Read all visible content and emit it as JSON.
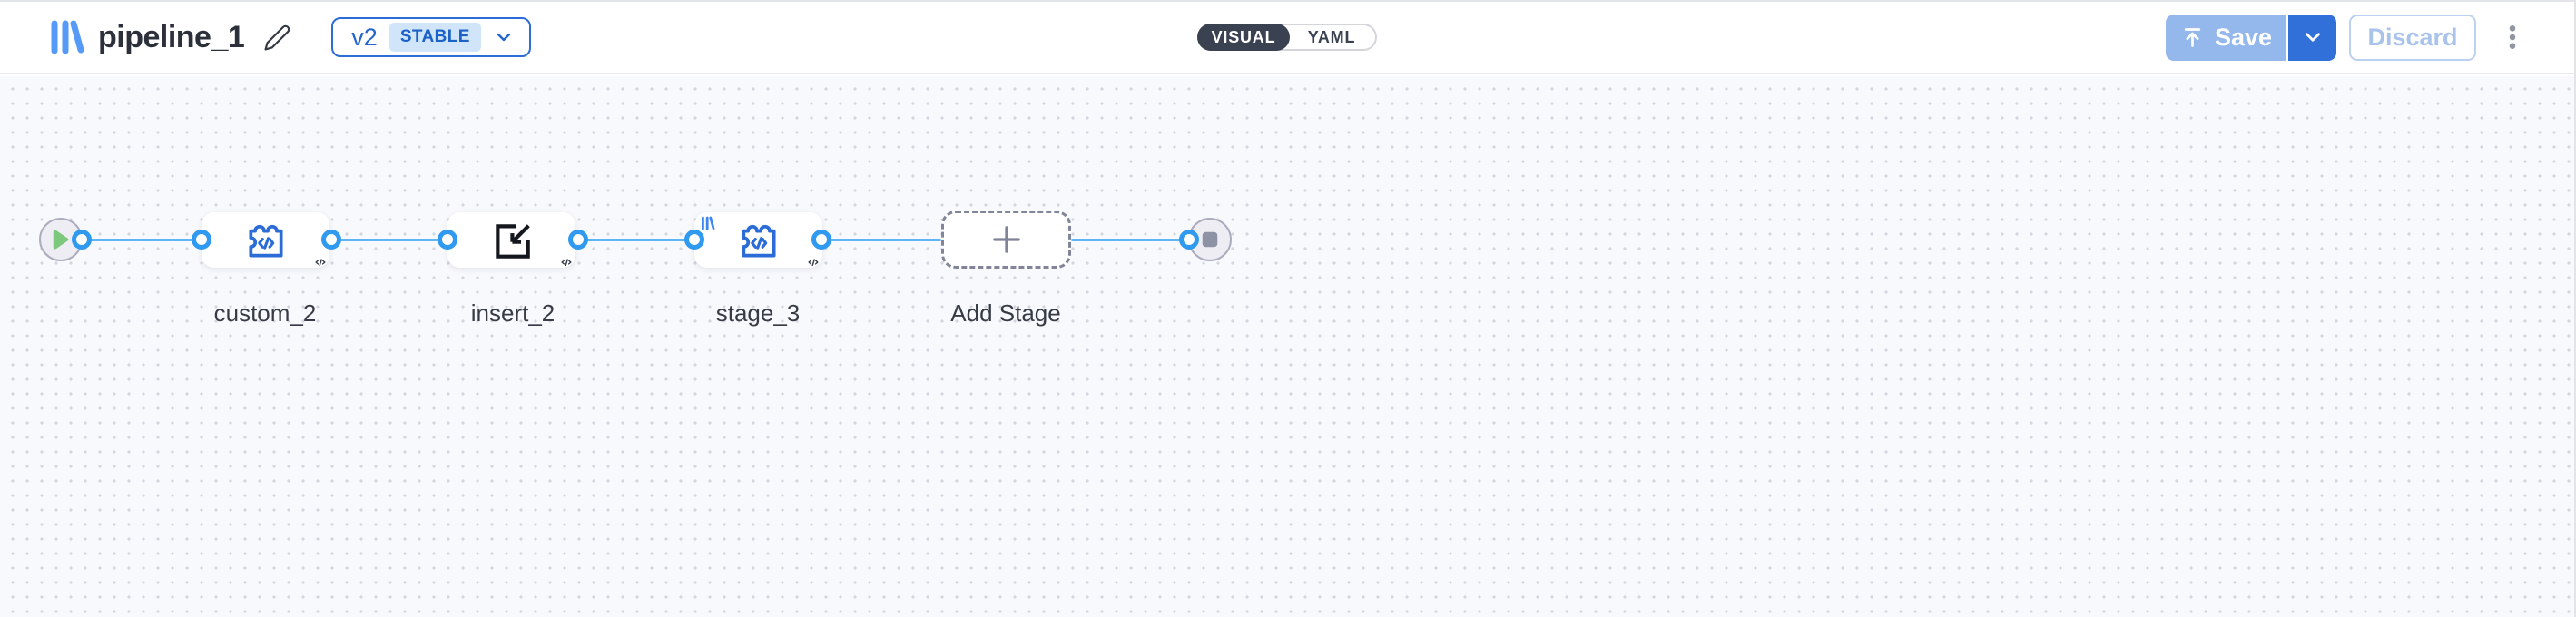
{
  "header": {
    "title": "pipeline_1",
    "version_selector": {
      "version": "v2",
      "status_badge": "STABLE"
    },
    "view_toggle": {
      "visual_label": "VISUAL",
      "yaml_label": "YAML",
      "selected": "VISUAL"
    },
    "save_button": {
      "label": "Save",
      "enabled": false
    },
    "discard_button": {
      "label": "Discard",
      "enabled": false
    }
  },
  "canvas": {
    "stages": [
      {
        "label": "custom_2",
        "type": "custom-code-stage"
      },
      {
        "label": "insert_2",
        "type": "insert-stage"
      },
      {
        "label": "stage_3",
        "type": "custom-code-stage",
        "source_badge": "library"
      },
      {
        "label": "Add Stage",
        "type": "add-stage-placeholder"
      }
    ],
    "flow": [
      "start",
      "custom_2",
      "insert_2",
      "stage_3",
      "add-stage",
      "end"
    ]
  },
  "icons": {
    "library_logo": "three-blue-bars",
    "edit": "pencil",
    "version_chevron": "chevron-down",
    "save_upload": "upload-arrow-with-top-bar",
    "save_chevron": "chevron-down",
    "more_options": "vertical-kebab-dots",
    "start": "green-play-triangle",
    "end": "gray-stop-square",
    "custom_stage": "puzzle-piece-with-code",
    "insert_stage": "arrow-into-square",
    "add_stage": "plus",
    "stage_corner": "code-angle-brackets"
  },
  "colors": {
    "accent_blue": "#2b6cd6",
    "edge_blue": "#5fb5f3",
    "port_blue": "#2f9aef",
    "save_disabled_blue": "#94b8eb",
    "save_dropdown_blue": "#3070d8",
    "toggle_dark": "#3a4150",
    "play_green": "#7cc87c",
    "stop_gray": "#8d93a4",
    "stable_badge_bg": "#d0e5fa",
    "canvas_bg": "#f8f9fc"
  }
}
